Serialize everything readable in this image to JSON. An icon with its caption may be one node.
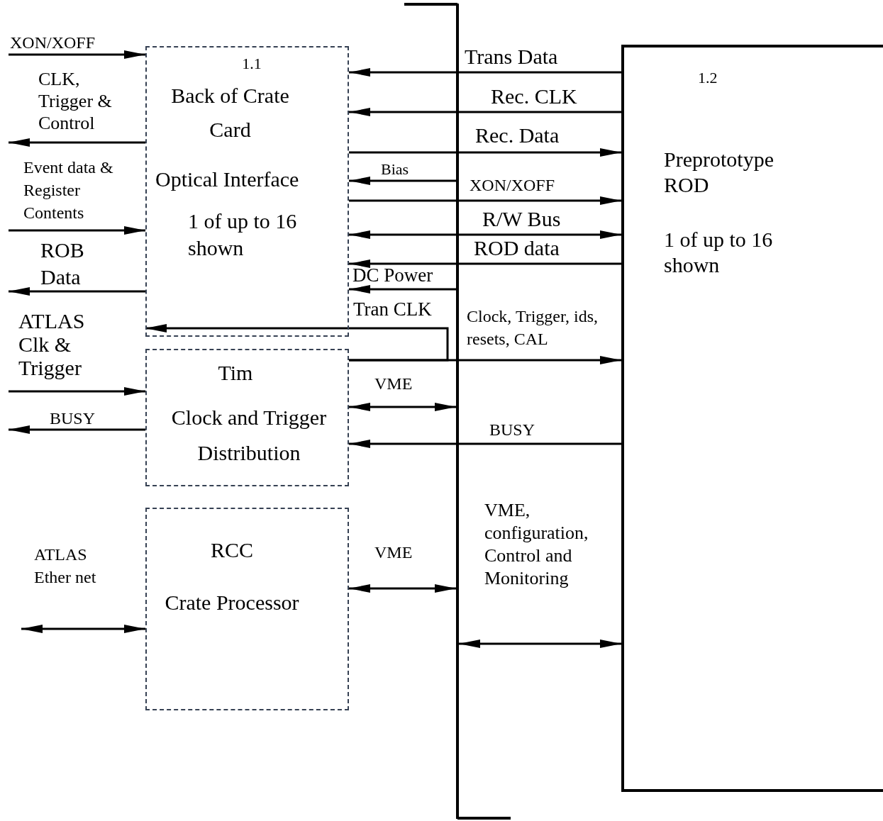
{
  "diagram": {
    "nodes": [
      {
        "text": [
          "1.1",
          "Back of Crate Card",
          "Optical Interface",
          "1 of up to 16 shown"
        ]
      },
      {
        "text": [
          "Tim",
          "Clock and Trigger Distribution"
        ]
      },
      {
        "text": [
          "RCC",
          "Crate Processor"
        ]
      },
      {
        "text": [
          "1.2",
          "Preprototype ROD",
          "1 of up to 16 shown"
        ]
      },
      {
        "text": [],
        "shape": "bar"
      }
    ],
    "edges": [
      {
        "from": null,
        "to": 0,
        "arrow": "to",
        "label": "XON/XOFF"
      },
      {
        "from": 0,
        "to": null,
        "arrow": "to",
        "label": "CLK, Trigger & Control"
      },
      {
        "from": null,
        "to": 0,
        "arrow": "to",
        "label": "Event data & Register Contents"
      },
      {
        "from": 0,
        "to": null,
        "arrow": "to",
        "label": "ROB Data"
      },
      {
        "from": null,
        "to": 1,
        "arrow": "to",
        "label": "ATLAS Clk & Trigger"
      },
      {
        "from": 1,
        "to": null,
        "arrow": "to",
        "label": "BUSY"
      },
      {
        "from": 2,
        "to": null,
        "arrow": "both",
        "label": "ATLAS Ether net"
      },
      {
        "from": 3,
        "to": 0,
        "arrow": "to",
        "label": "Trans Data"
      },
      {
        "from": 3,
        "to": 0,
        "arrow": "to",
        "label": "Rec. CLK"
      },
      {
        "from": 0,
        "to": 3,
        "arrow": "to",
        "label": "Rec. Data"
      },
      {
        "from": 4,
        "to": 0,
        "arrow": "to",
        "label": "Bias"
      },
      {
        "from": 0,
        "to": 3,
        "arrow": "to",
        "label": "XON/XOFF"
      },
      {
        "from": 0,
        "to": 3,
        "arrow": "both",
        "label": "R/W Bus"
      },
      {
        "from": 3,
        "to": 0,
        "arrow": "to",
        "label": "ROD data"
      },
      {
        "from": 4,
        "to": 0,
        "arrow": "to",
        "label": "DC Power"
      },
      {
        "from": 1,
        "to": 0,
        "arrow": "to",
        "label": "Tran CLK"
      },
      {
        "from": 1,
        "to": 3,
        "arrow": "to",
        "label": "Clock, Trigger, ids, resets, CAL"
      },
      {
        "from": 1,
        "to": 4,
        "arrow": "both",
        "label": "VME"
      },
      {
        "from": 3,
        "to": 1,
        "arrow": "to",
        "label": "BUSY"
      },
      {
        "from": 2,
        "to": 4,
        "arrow": "both",
        "label": "VME"
      },
      {
        "from": 4,
        "to": 3,
        "arrow": "both",
        "label": "VME, configuration, Control and Monitoring"
      }
    ]
  }
}
